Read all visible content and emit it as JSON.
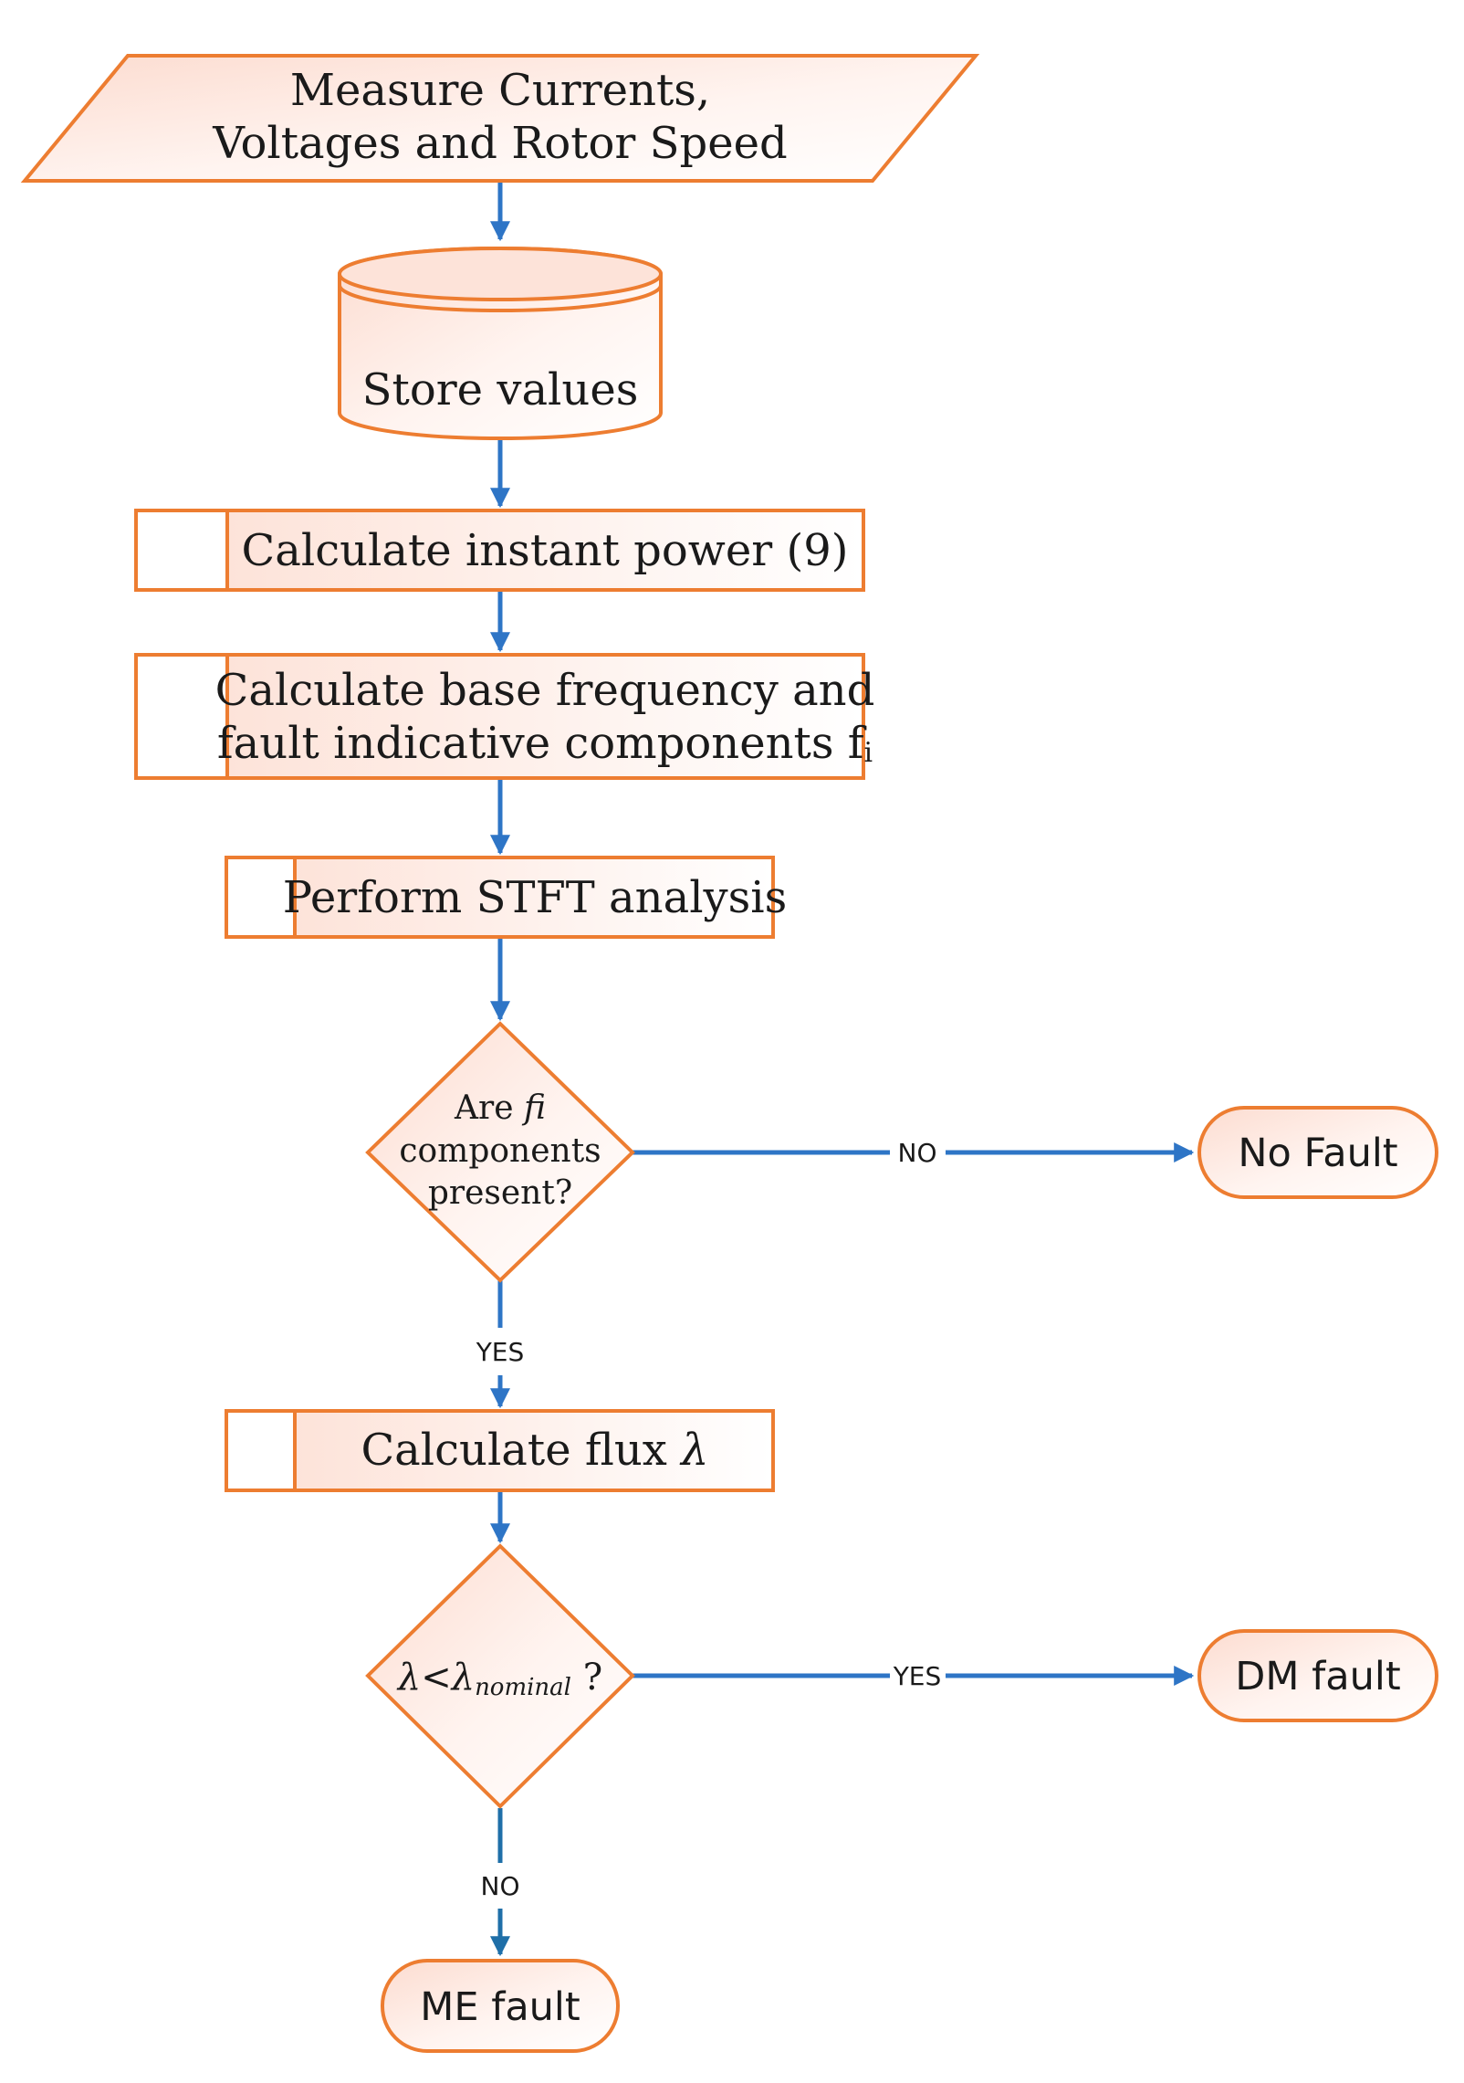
{
  "colors": {
    "node_stroke": "#ed7d31",
    "node_fill_light": "#fde7df",
    "arrow": "#2e75c6"
  },
  "nodes": {
    "input": {
      "line1": "Measure Currents,",
      "line2": "Voltages and Rotor Speed"
    },
    "store": {
      "label": "Store values"
    },
    "instant_power": {
      "label": "Calculate instant power (9)"
    },
    "base_freq": {
      "line1": "Calculate base frequency and",
      "line2": "fault indicative components f",
      "line2_sub": "i"
    },
    "stft": {
      "label": "Perform STFT analysis"
    },
    "decision1": {
      "line1_pre": "Are ",
      "line1_var": "fi",
      "line2": "components",
      "line3": "present?"
    },
    "flux": {
      "label": "Calculate flux ",
      "symbol": "λ"
    },
    "decision2": {
      "symbol": "λ",
      "op": "<",
      "symbol2": "λ",
      "sub": "nominal",
      "tail": " ?"
    }
  },
  "terminals": {
    "no_fault": "No Fault",
    "dm_fault": "DM fault",
    "me_fault": "ME fault"
  },
  "edge_labels": {
    "d1_no": "NO",
    "d1_yes": "YES",
    "d2_yes": "YES",
    "d2_no": "NO"
  }
}
